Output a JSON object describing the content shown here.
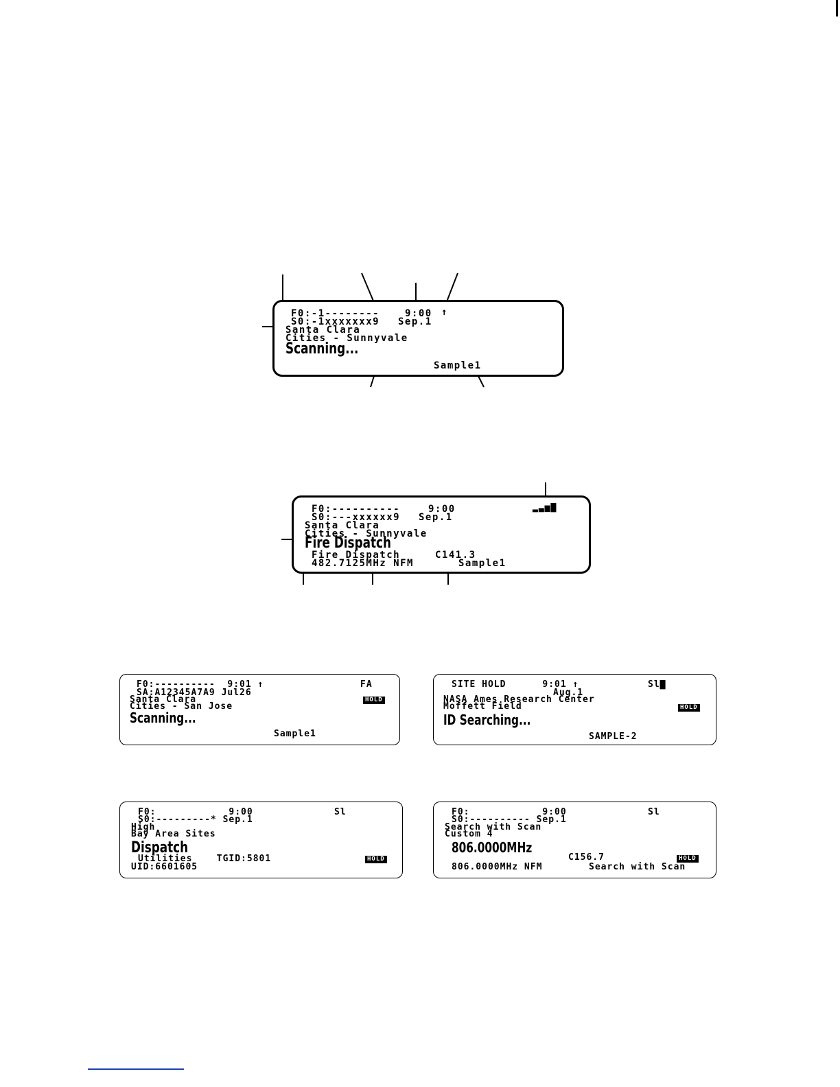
{
  "figure1": {
    "line1_left": "F0:-1--------",
    "line1_time": "9:00",
    "line1_arrow": "↑",
    "line2": "S0:-1xxxxxxx9",
    "line2_date": "Sep.1",
    "line3": "Santa Clara",
    "line4": "Cities - Sunnyvale",
    "main": "Scanning...",
    "footer": "Sample1"
  },
  "figure2": {
    "line1_left": "F0:----------",
    "line1_time": "9:00",
    "signal": "▂▃▅▇",
    "line2": "S0:---xxxxxx9",
    "line2_date": "Sep.1",
    "line3": "Santa Clara",
    "line4": "Cities - Sunnyvale",
    "main": "Fire Dispatch",
    "line6": "Fire Dispatch",
    "ctcss": "C141.3",
    "freq": "482.7125MHz NFM",
    "footer": "Sample1"
  },
  "small_a": {
    "line1": "F0:----------  9:01 ↑",
    "indicator": "FA",
    "line2": "SA:A12345A7A9 Jul26",
    "line3": "Santa Clara",
    "line4": "Cities - San Jose",
    "badge": "HOLD",
    "main": "Scanning...",
    "footer": "Sample1"
  },
  "small_b": {
    "line1": "SITE HOLD      9:01 ↑",
    "signal": "Sl▇",
    "line2": "Aug.1",
    "line3": "NASA Ames Research Center",
    "line4": "Moffett Field",
    "badge": "HOLD",
    "main": "ID Searching...",
    "footer": "SAMPLE-2"
  },
  "small_c": {
    "line1": "F0:            9:00",
    "signal": "Sl",
    "line2": "S0:---------* Sep.1",
    "line3": "High",
    "line4": "Bay Area Sites",
    "main": "Dispatch",
    "line6": "Utilities    TGID:5801",
    "badge": "HOLD",
    "footer": "UID:6601605"
  },
  "small_d": {
    "line1": "F0:            9:00",
    "signal": "Sl",
    "line2": "S0:---------- Sep.1",
    "line3": "Search with Scan",
    "line4": "Custom 4",
    "main": "806.0000MHz",
    "ctcss": "C156.7",
    "badge": "HOLD",
    "footer_left": "806.0000MHz NFM",
    "footer_right": "Search with Scan"
  }
}
